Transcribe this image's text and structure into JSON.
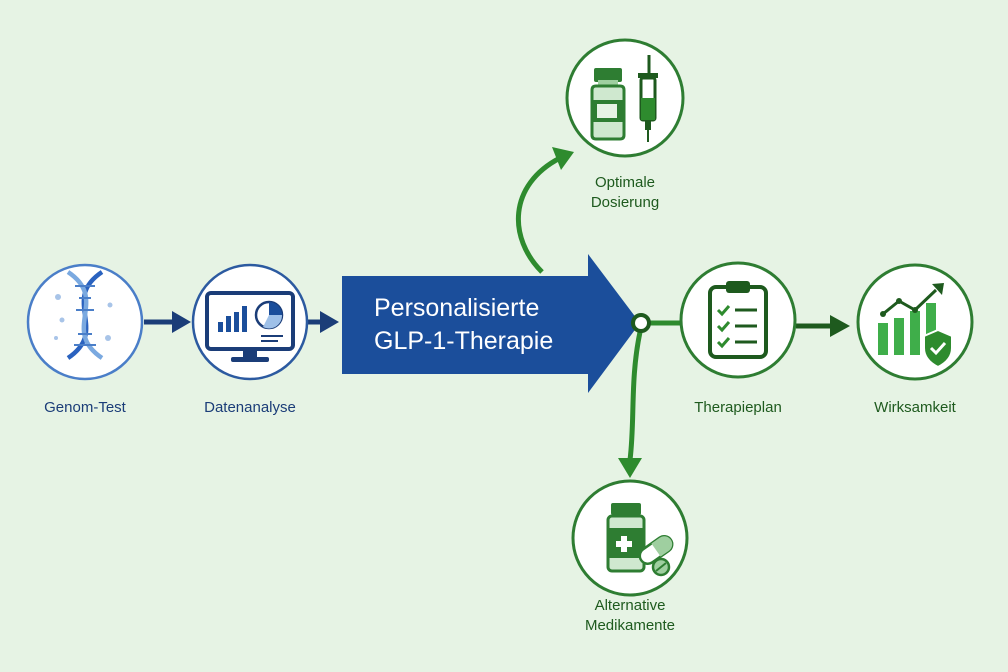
{
  "center": {
    "line1": "Personalisierte",
    "line2": "GLP-1-Therapie"
  },
  "nodes": {
    "genom_test": {
      "label": "Genom-Test",
      "icon": "dna-icon"
    },
    "datenanalyse": {
      "label": "Datenanalyse",
      "icon": "monitor-chart-icon"
    },
    "optimale_dosierung": {
      "label_line1": "Optimale",
      "label_line2": "Dosierung",
      "icon": "vial-syringe-icon"
    },
    "therapieplan": {
      "label": "Therapieplan",
      "icon": "clipboard-checklist-icon"
    },
    "wirksamkeit": {
      "label": "Wirksamkeit",
      "icon": "growth-shield-icon"
    },
    "alternative_medikamente": {
      "label_line1": "Alternative",
      "label_line2": "Medikamente",
      "icon": "medicine-pills-icon"
    }
  },
  "colors": {
    "background": "#e6f3e4",
    "blue": "#1b4e9b",
    "navy": "#1b3d78",
    "green": "#2e8b2e",
    "dark_green": "#1e5a1e"
  }
}
